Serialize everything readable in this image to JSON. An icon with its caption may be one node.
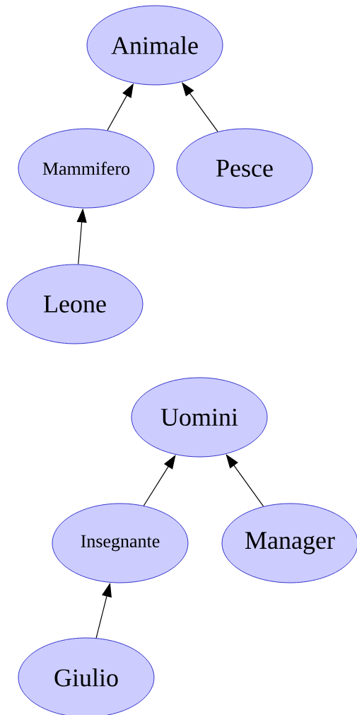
{
  "diagram": {
    "nodes": [
      {
        "text": [
          "Animale"
        ]
      },
      {
        "text": [
          "Mammifero"
        ]
      },
      {
        "text": [
          "Pesce"
        ]
      },
      {
        "text": [
          "Leone"
        ]
      },
      {
        "text": [
          "Uomini"
        ]
      },
      {
        "text": [
          "Insegnante"
        ]
      },
      {
        "text": [
          "Manager"
        ]
      },
      {
        "text": [
          "Giulio"
        ]
      }
    ],
    "edges": [
      {
        "from": 1,
        "to": 0,
        "arrow": "to"
      },
      {
        "from": 2,
        "to": 0,
        "arrow": "to"
      },
      {
        "from": 3,
        "to": 1,
        "arrow": "to"
      },
      {
        "from": 5,
        "to": 4,
        "arrow": "to"
      },
      {
        "from": 6,
        "to": 4,
        "arrow": "to"
      },
      {
        "from": 7,
        "to": 5,
        "arrow": "to"
      }
    ]
  }
}
